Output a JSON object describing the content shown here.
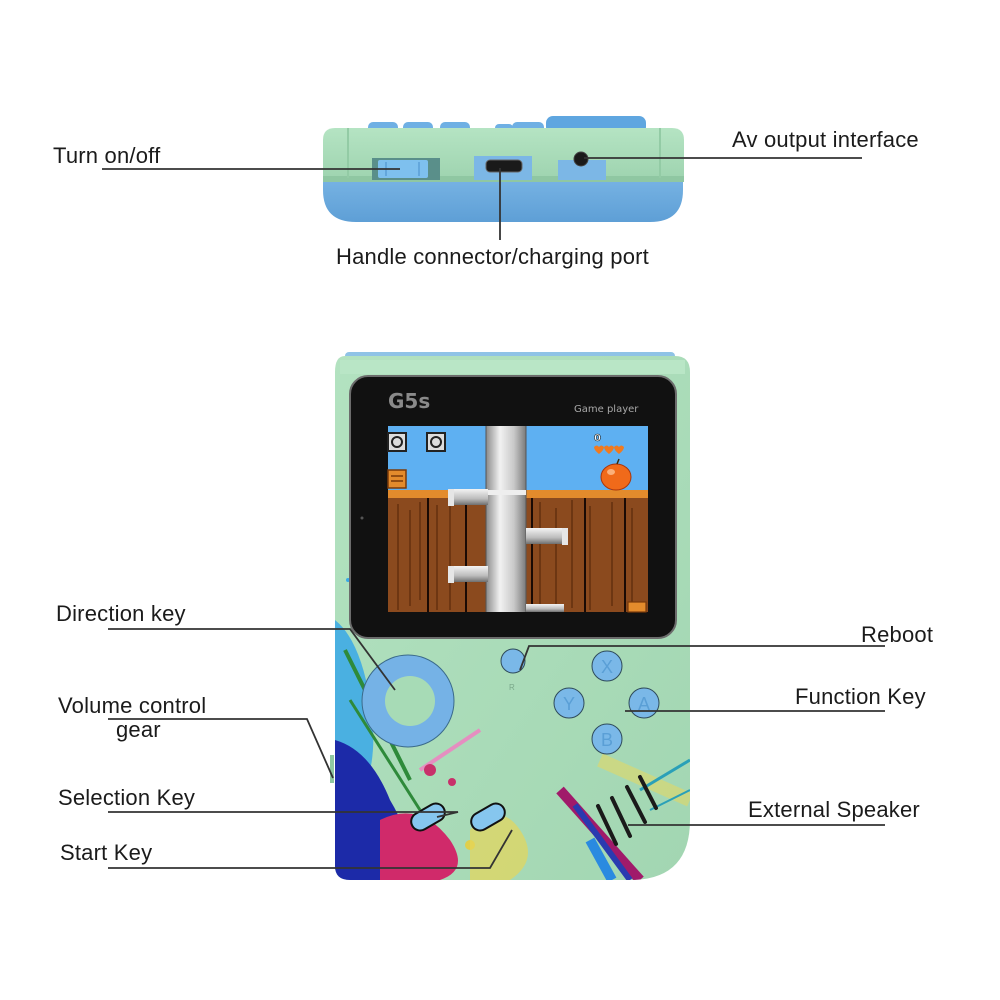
{
  "product": {
    "brand": "G5s",
    "subtitle": "Game player",
    "body_color": "#a8dcb8",
    "accent_color": "#7ab8e8",
    "bezel_color": "#111111"
  },
  "top_view_labels": {
    "power": "Turn on/off",
    "av_output": "Av output interface",
    "charging_port": "Handle connector/charging port"
  },
  "front_view_labels": {
    "direction_key": "Direction key",
    "volume_line1": "Volume control",
    "volume_line2": "gear",
    "selection_key": "Selection Key",
    "start_key": "Start Key",
    "reboot": "Reboot",
    "function_key": "Function Key",
    "external_speaker": "External Speaker"
  },
  "buttons": {
    "reboot_mark": "R",
    "x": "X",
    "y": "Y",
    "a": "A",
    "b": "B"
  },
  "game_screen": {
    "score": "0",
    "lives": 3
  }
}
